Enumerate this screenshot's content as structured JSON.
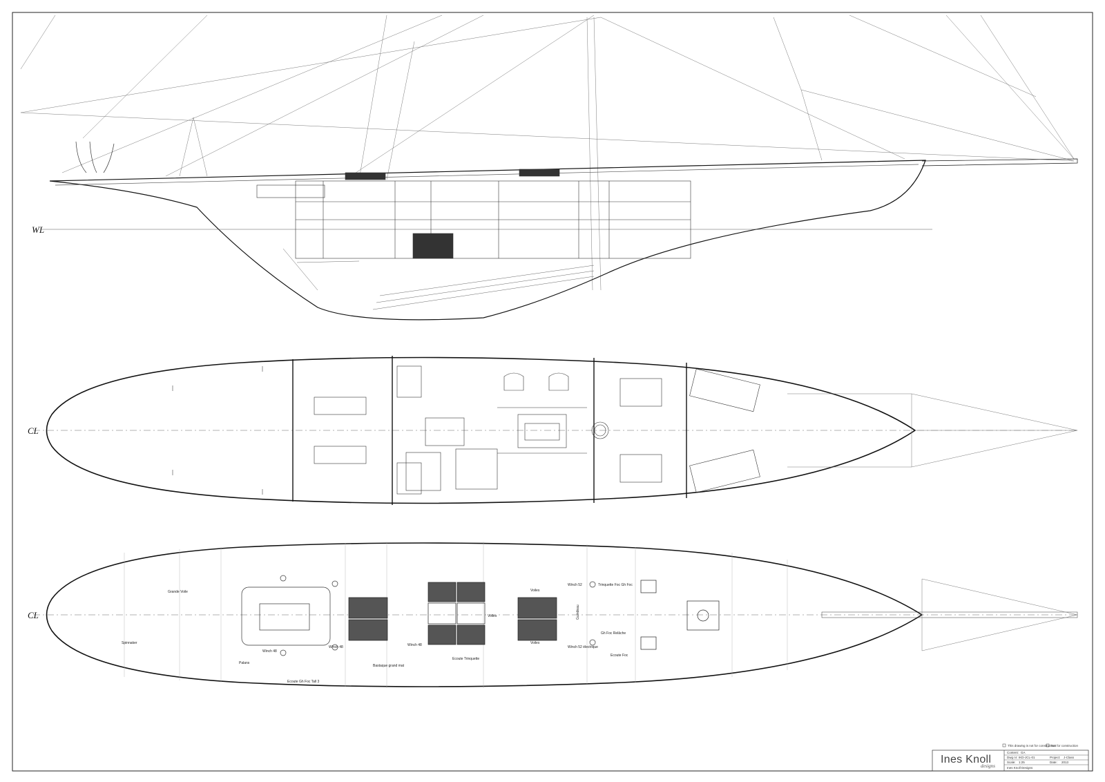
{
  "drawing": {
    "reference_marks": {
      "waterline": "WL",
      "centerline_deck_plan": "CL",
      "centerline_top_plan": "CL"
    },
    "deck_labels": [
      "Grande Voile",
      "Spinnaker",
      "Palans",
      "Winch 48",
      "Winch 48",
      "Ecoute Gh Foc Tall 3",
      "Winch 48",
      "Bastaque grand mat",
      "Ecoute Trinquette",
      "Voiles",
      "Voiles",
      "Voiles",
      "Winch 52",
      "Trinquette Foc Gh Foc",
      "Winch 52 électrique",
      "Gh Foc Relâche",
      "Ecoute Foc",
      "Guindeau"
    ]
  },
  "title_block": {
    "studio": "Ines Knoll",
    "studio_tag": "designs",
    "legend": [
      "This drawing is not for construction",
      "Not for construction"
    ],
    "rows": [
      {
        "label": "Content:",
        "value": "GA",
        "label2": "",
        "value2": ""
      },
      {
        "label": "Dwg nr:",
        "value": "IKD-JCL-01",
        "label2": "Project:",
        "value2": "J-Class"
      },
      {
        "label": "Scale:",
        "value": "1:25",
        "label2": "Date:",
        "value2": "2013"
      },
      {
        "label": "Ines Knoll Designs",
        "value": "",
        "label2": "",
        "value2": ""
      }
    ]
  }
}
